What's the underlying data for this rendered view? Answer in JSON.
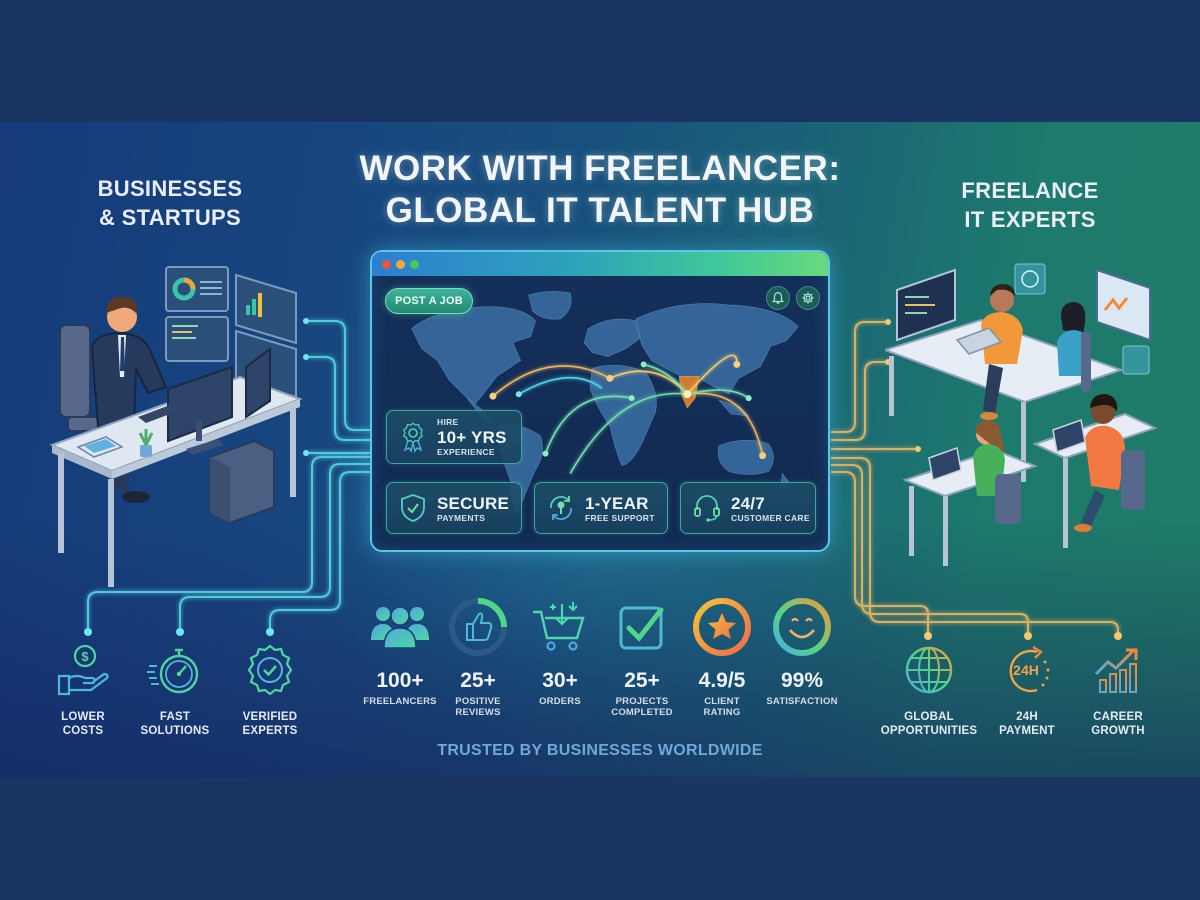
{
  "title": {
    "line1": "WORK WITH FREELANCER:",
    "line2": "GLOBAL IT TALENT HUB"
  },
  "left_panel": {
    "heading_line1": "BUSINESSES",
    "heading_line2": "& STARTUPS",
    "benefits": [
      {
        "icon": "hand-coin-icon",
        "line1": "LOWER",
        "line2": "COSTS"
      },
      {
        "icon": "stopwatch-icon",
        "line1": "FAST",
        "line2": "SOLUTIONS"
      },
      {
        "icon": "verified-badge-icon",
        "line1": "VERIFIED",
        "line2": "EXPERTS"
      }
    ]
  },
  "right_panel": {
    "heading_line1": "FREELANCE",
    "heading_line2": "IT EXPERTS",
    "benefits": [
      {
        "icon": "globe-icon",
        "line1": "GLOBAL",
        "line2": "OPPORTUNITIES"
      },
      {
        "icon": "24h-clock-icon",
        "line1": "24H",
        "line2": "PAYMENT",
        "icon_text": "24H"
      },
      {
        "icon": "growth-chart-icon",
        "line1": "CAREER",
        "line2": "GROWTH"
      }
    ]
  },
  "app_window": {
    "window_dots": [
      "#e8573c",
      "#f0a93a",
      "#45c95a"
    ],
    "post_job_label": "POST A JOB",
    "toolbar_icons": [
      "bell-icon",
      "gear-icon"
    ],
    "feature_cards": [
      {
        "icon": "award-ribbon-icon",
        "top": "HIRE",
        "big": "10+ YRS",
        "bottom": "EXPERIENCE"
      },
      {
        "icon": "shield-check-icon",
        "big": "SECURE",
        "bottom": "PAYMENTS"
      },
      {
        "icon": "support-refresh-icon",
        "big": "1-YEAR",
        "bottom": "FREE SUPPORT"
      },
      {
        "icon": "headset-icon",
        "big": "24/7",
        "bottom": "CUSTOMER CARE"
      }
    ]
  },
  "stats": [
    {
      "icon": "people-group-icon",
      "value": "100+",
      "line1": "FREELANCERS",
      "line2": ""
    },
    {
      "icon": "thumbs-up-icon",
      "value": "25+",
      "line1": "POSITIVE",
      "line2": "REVIEWS"
    },
    {
      "icon": "shopping-cart-icon",
      "value": "30+",
      "line1": "ORDERS",
      "line2": ""
    },
    {
      "icon": "checkbox-icon",
      "value": "25+",
      "line1": "PROJECTS",
      "line2": "COMPLETED"
    },
    {
      "icon": "star-ring-icon",
      "value": "4.9/5",
      "line1": "CLIENT",
      "line2": "RATING"
    },
    {
      "icon": "smiley-ring-icon",
      "value": "99%",
      "line1": "SATISFACTION",
      "line2": ""
    }
  ],
  "footer": {
    "trusted": "TRUSTED BY BUSINESSES WORLDWIDE"
  },
  "colors": {
    "page_bg": "#1a3561",
    "left_accent": "#4fd6e8",
    "right_accent": "#f2b45a",
    "title_text": "#f2f6fa",
    "trusted_text": "#6fa8d8"
  }
}
